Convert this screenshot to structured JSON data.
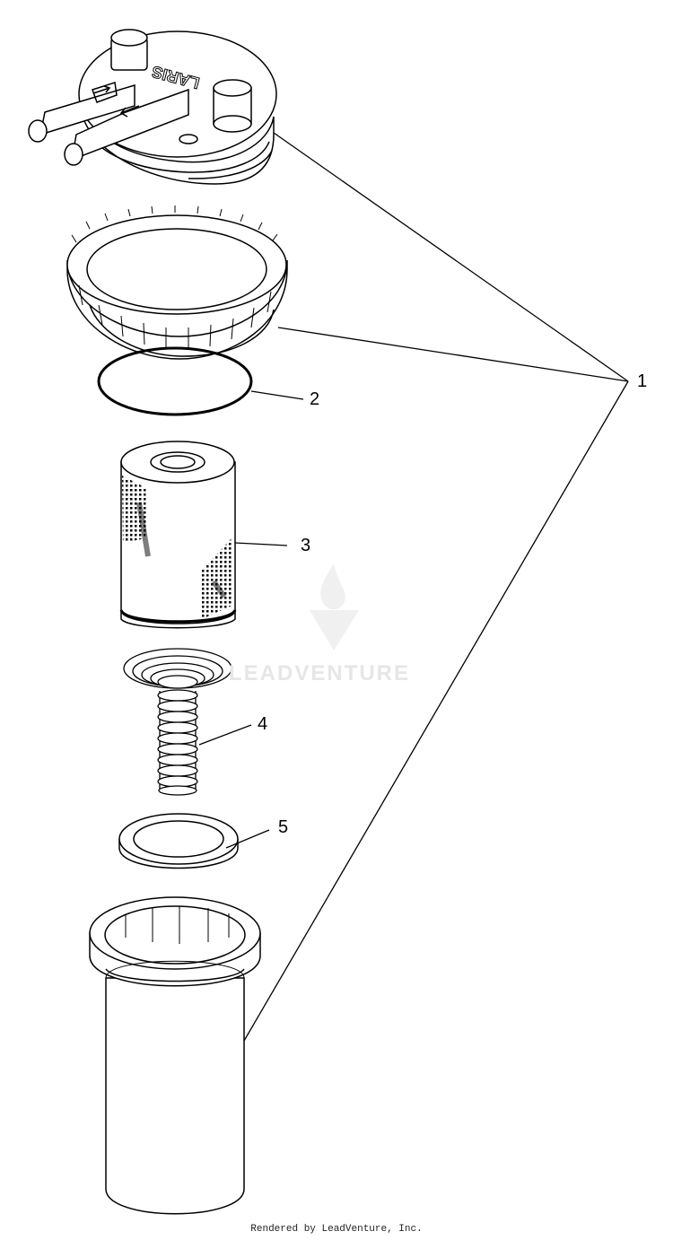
{
  "callouts": [
    {
      "id": "1",
      "label": "1"
    },
    {
      "id": "2",
      "label": "2"
    },
    {
      "id": "3",
      "label": "3"
    },
    {
      "id": "4",
      "label": "4"
    },
    {
      "id": "5",
      "label": "5"
    }
  ],
  "cap_logo_text": "LARIS",
  "watermark": "LEADVENTURE",
  "footer": "Rendered by LeadVenture, Inc."
}
